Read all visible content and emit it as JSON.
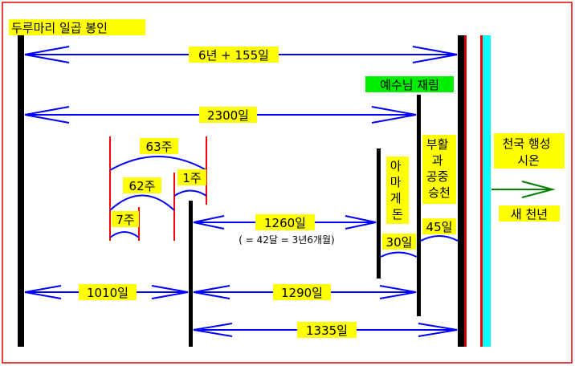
{
  "labels": {
    "title": "두루마리 일곱 봉인",
    "jesus_return": "예수님 재림",
    "span_6y155": "6년 + 155일",
    "span_2300": "2300일",
    "week_63": "63주",
    "week_62": "62주",
    "week_1": "1주",
    "week_7": "7주",
    "span_1260": "1260일",
    "note_1260": "( = 42달 = 3년6개월)",
    "armageddon": [
      "아",
      "마",
      "게",
      "돈"
    ],
    "resurrection": [
      "부활",
      "과",
      "공중",
      "승천"
    ],
    "days_30": "30일",
    "days_45": "45일",
    "kingdom": [
      "천국 행성",
      "시온"
    ],
    "new_millennium": "새 천년",
    "span_1010": "1010일",
    "span_1290": "1290일",
    "span_1335": "1335일"
  },
  "colors": {
    "frame": "#e00000",
    "arrow": "#0000ff",
    "highlight_yellow": "#ffff00",
    "highlight_green": "#00ee00",
    "timeline_black": "#000000",
    "cyan_bar": "#00ffff",
    "red_line": "#ff0000",
    "green_arrow": "#008000"
  }
}
